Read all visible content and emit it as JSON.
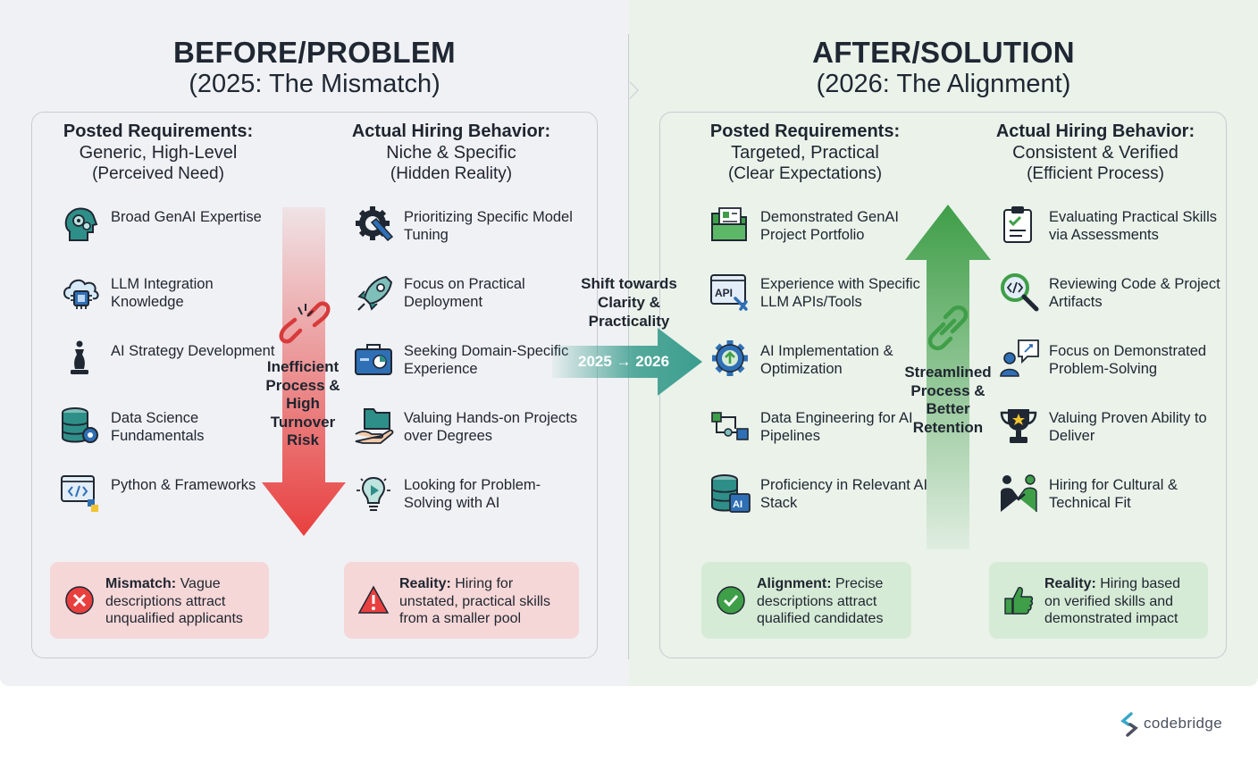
{
  "before": {
    "title": "BEFORE/PROBLEM",
    "subtitle": "(2025: The Mismatch)",
    "posted": {
      "heading": "Posted Requirements:",
      "line2": "Generic, High-Level",
      "line3": "(Perceived Need)",
      "items": [
        {
          "icon": "head-gears-icon",
          "label": "Broad GenAI Expertise"
        },
        {
          "icon": "cloud-chip-icon",
          "label": "LLM Integration Knowledge"
        },
        {
          "icon": "chess-piece-icon",
          "label": "AI Strategy Development"
        },
        {
          "icon": "database-gear-icon",
          "label": "Data Science Fundamentals"
        },
        {
          "icon": "code-python-icon",
          "label": "Python & Frameworks"
        }
      ]
    },
    "actual": {
      "heading": "Actual Hiring Behavior:",
      "line2": "Niche & Specific",
      "line3": "(Hidden Reality)",
      "items": [
        {
          "icon": "gear-wrench-icon",
          "label": "Prioritizing Specific Model Tuning"
        },
        {
          "icon": "rocket-icon",
          "label": "Focus on Practical Deployment"
        },
        {
          "icon": "briefcase-chart-icon",
          "label": "Seeking Domain-Specific Experience"
        },
        {
          "icon": "folder-hand-icon",
          "label": "Valuing Hands-on Projects over Degrees"
        },
        {
          "icon": "lightbulb-play-icon",
          "label": "Looking for Problem-Solving with AI"
        }
      ]
    },
    "arrow_label": "Inefficient Process & High Turnover Risk",
    "note_left": {
      "bold": "Mismatch:",
      "text": " Vague descriptions attract unqualified applicants"
    },
    "note_right": {
      "bold": "Reality:",
      "text": " Hiring for unstated, practical skills from a smaller pool"
    }
  },
  "shift": {
    "label": "Shift towards Clarity & Practicality",
    "years": "2025 → 2026"
  },
  "after": {
    "title": "AFTER/SOLUTION",
    "subtitle": "(2026: The Alignment)",
    "posted": {
      "heading": "Posted Requirements:",
      "line2": "Targeted, Practical",
      "line3": "(Clear Expectations)",
      "items": [
        {
          "icon": "folder-portfolio-icon",
          "label": "Demonstrated GenAI Project Portfolio"
        },
        {
          "icon": "api-window-icon",
          "label": "Experience with Specific LLM APIs/Tools"
        },
        {
          "icon": "gear-upload-icon",
          "label": "AI Implementation & Optimization"
        },
        {
          "icon": "pipeline-icon",
          "label": "Data Engineering for AI Pipelines"
        },
        {
          "icon": "database-ai-icon",
          "label": "Proficiency in Relevant AI Stack"
        }
      ]
    },
    "actual": {
      "heading": "Actual Hiring Behavior:",
      "line2": "Consistent & Verified",
      "line3": "(Efficient Process)",
      "items": [
        {
          "icon": "clipboard-check-icon",
          "label": "Evaluating Practical Skills via Assessments"
        },
        {
          "icon": "magnifier-code-icon",
          "label": "Reviewing Code & Project Artifacts"
        },
        {
          "icon": "person-idea-icon",
          "label": "Focus on Demonstrated Problem-Solving"
        },
        {
          "icon": "trophy-icon",
          "label": "Valuing Proven Ability to Deliver"
        },
        {
          "icon": "handshake-icon",
          "label": "Hiring for Cultural & Technical Fit"
        }
      ]
    },
    "arrow_label": "Streamlined Process & Better Retention",
    "note_left": {
      "bold": "Alignment:",
      "text": " Precise descriptions attract qualified candidates"
    },
    "note_right": {
      "bold": "Reality:",
      "text": " Hiring based on verified skills and demonstrated impact"
    }
  },
  "brand": {
    "name": "codebridge",
    "icon": "codebridge-logo-icon"
  },
  "colors": {
    "problem_red": "#e8403f",
    "solution_green": "#3f9e48",
    "shift_teal": "#3a9d8e",
    "icon_teal": "#2e8f88",
    "icon_blue": "#2f6fb5",
    "icon_dark": "#1f2733"
  }
}
